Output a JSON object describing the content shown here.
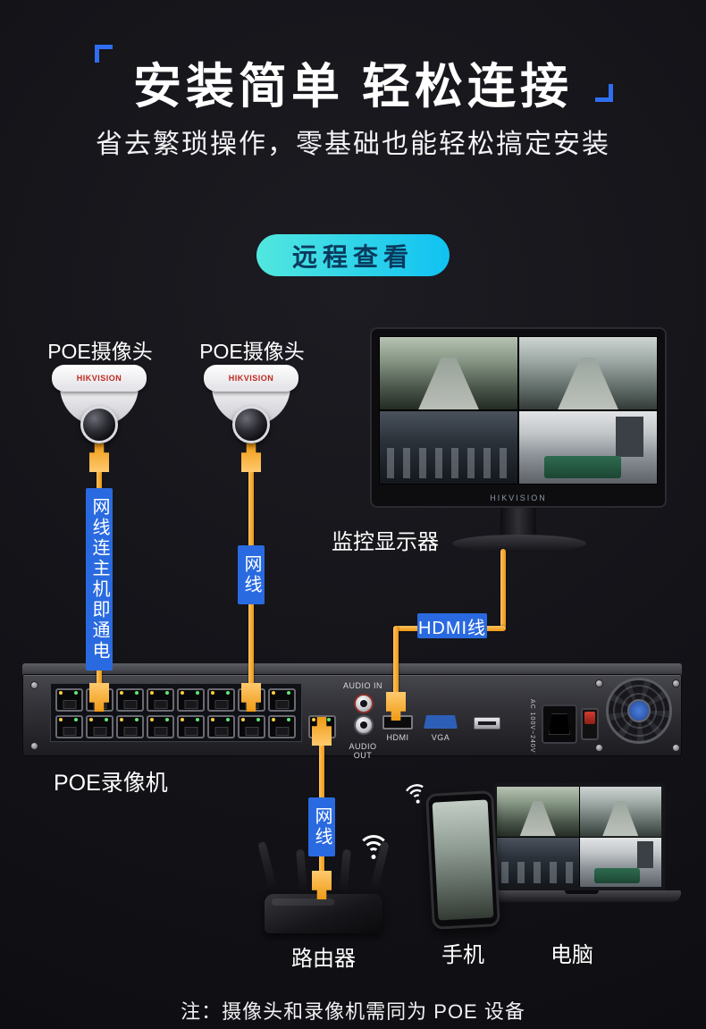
{
  "header": {
    "title": "安装简单 轻松连接",
    "subtitle": "省去繁琐操作，零基础也能轻松搞定安装",
    "feature_pill": "远程查看"
  },
  "diagram": {
    "camera1_label": "POE摄像头",
    "camera2_label": "POE摄像头",
    "camera_brand": "HIKVISION",
    "cable1_label": "网线连主机即通电",
    "cable2_label": "网线",
    "monitor_label": "监控显示器",
    "monitor_brand": "HIKVISION",
    "hdmi_label": "HDMI线",
    "nvr": {
      "label": "POE录像机",
      "audio_in": "AUDIO IN",
      "audio_out": "AUDIO OUT",
      "hdmi_port": "HDMI",
      "vga_port": "VGA",
      "power_text": "AC 100V~240V"
    },
    "cable3_label": "网线",
    "router_label": "路由器",
    "phone_label": "手机",
    "laptop_label": "电脑"
  },
  "footer": {
    "note": "注：摄像头和录像机需同为 POE 设备"
  },
  "icons": {
    "wifi": "wifi-signal-arcs",
    "fan": "cooling-fan",
    "ethernet_port": "rj45-port",
    "ethernet_plug": "rj45-plug"
  },
  "colors": {
    "background": "#131318",
    "accent_blue": "#2a6ae0",
    "cable_orange": "#f6a01e",
    "pill_cyan_start": "#52e7df",
    "pill_cyan_end": "#10c2f2",
    "brand_red": "#c0281e"
  }
}
